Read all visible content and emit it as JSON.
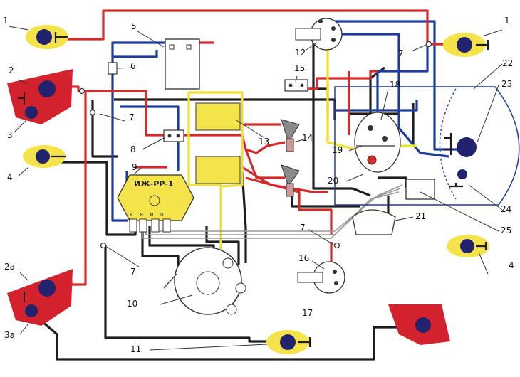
{
  "diagram": {
    "callouts": [
      {
        "id": "c1-left",
        "text": "1"
      },
      {
        "id": "c1-right",
        "text": "1"
      },
      {
        "id": "c2",
        "text": "2"
      },
      {
        "id": "c3",
        "text": "3"
      },
      {
        "id": "c4-left",
        "text": "4"
      },
      {
        "id": "c4-right",
        "text": "4"
      },
      {
        "id": "c2a",
        "text": "2а"
      },
      {
        "id": "c3a",
        "text": "3а"
      },
      {
        "id": "c5",
        "text": "5"
      },
      {
        "id": "c6",
        "text": "6"
      },
      {
        "id": "c7-a",
        "text": "7"
      },
      {
        "id": "c7-b",
        "text": "7"
      },
      {
        "id": "c7-c",
        "text": "7"
      },
      {
        "id": "c7-d",
        "text": "7"
      },
      {
        "id": "c8",
        "text": "8"
      },
      {
        "id": "c9",
        "text": "9"
      },
      {
        "id": "c10",
        "text": "10"
      },
      {
        "id": "c11",
        "text": "11"
      },
      {
        "id": "c12",
        "text": "12"
      },
      {
        "id": "c13",
        "text": "13"
      },
      {
        "id": "c14",
        "text": "14"
      },
      {
        "id": "c15",
        "text": "15"
      },
      {
        "id": "c16",
        "text": "16"
      },
      {
        "id": "c17",
        "text": "17"
      },
      {
        "id": "c18",
        "text": "18"
      },
      {
        "id": "c19",
        "text": "19"
      },
      {
        "id": "c20",
        "text": "20"
      },
      {
        "id": "c21",
        "text": "21"
      },
      {
        "id": "c22",
        "text": "22"
      },
      {
        "id": "c23",
        "text": "23"
      },
      {
        "id": "c24",
        "text": "24"
      },
      {
        "id": "c25",
        "text": "25"
      }
    ],
    "regulator_label": "ИЖ-РР-1",
    "regulator_pins": "Б Я Ш Ш",
    "wire_colors": {
      "red": "#d42a2a",
      "blue": "#1f3c9e",
      "black": "#1e1e1e",
      "yellow": "#f0e030",
      "lamp_body": "#22236e",
      "lamp_halo": "#f4e34a",
      "taillight": "#d2222e"
    }
  }
}
